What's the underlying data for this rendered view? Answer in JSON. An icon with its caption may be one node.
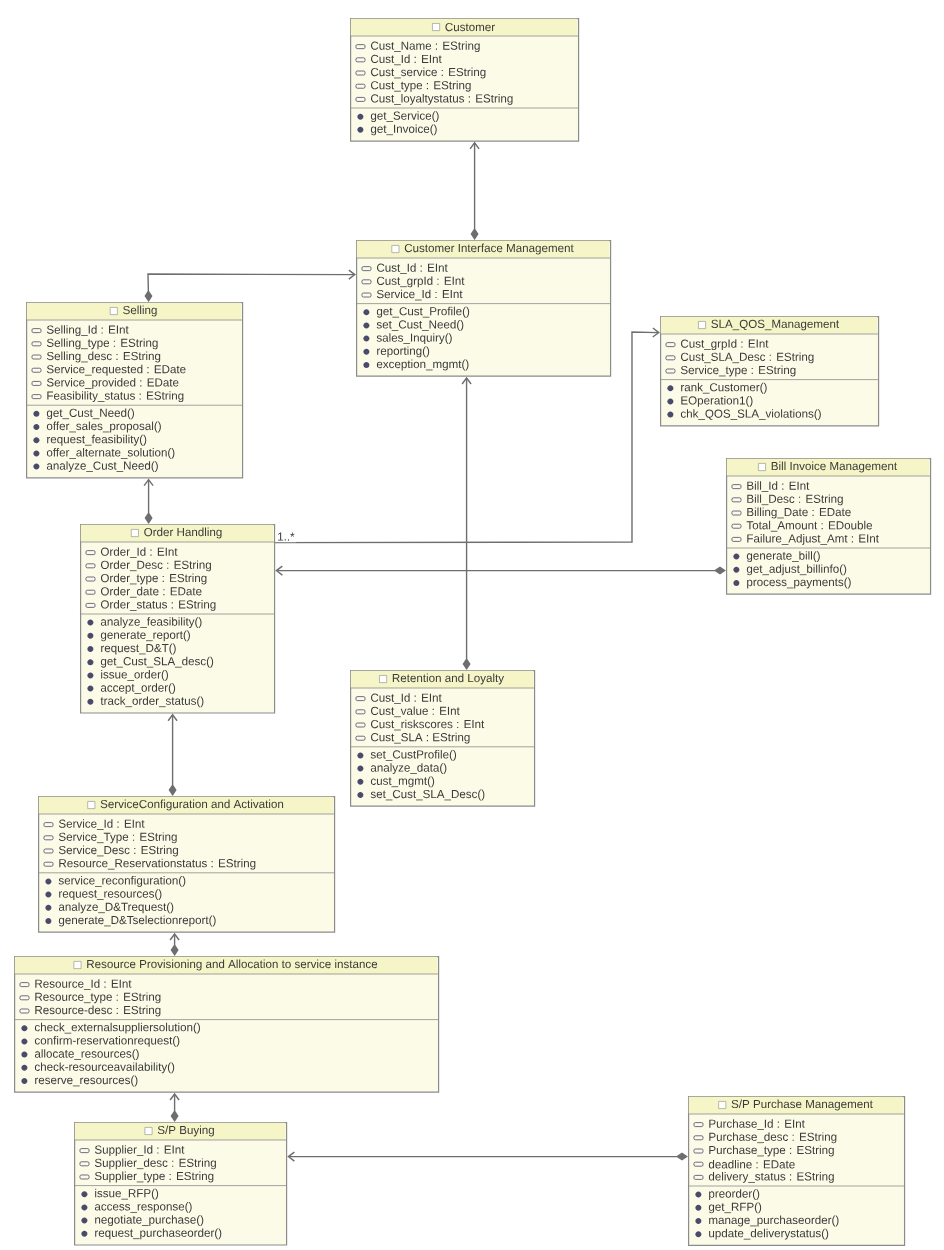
{
  "diagram": {
    "nodes": [
      {
        "text": [
          "Customer",
          "Cust_Name : EString",
          "Cust_Id : EInt",
          "Cust_service : EString",
          "Cust_type : EString",
          "Cust_loyaltystatus : EString",
          "get_Service()",
          "get_Invoice()"
        ]
      },
      {
        "text": [
          "Customer Interface Management",
          "Cust_Id : EInt",
          "Cust_grpId : EInt",
          "Service_Id : EInt",
          "get_Cust_Profile()",
          "set_Cust_Need()",
          "sales_Inquiry()",
          "reporting()",
          "exception_mgmt()"
        ]
      },
      {
        "text": [
          "Selling",
          "Selling_Id : EInt",
          "Selling_type : EString",
          "Selling_desc : EString",
          "Service_requested : EDate",
          "Service_provided : EDate",
          "Feasibility_status : EString",
          "get_Cust_Need()",
          "offer_sales_proposal()",
          "request_feasibility()",
          "offer_alternate_solution()",
          "analyze_Cust_Need()"
        ]
      },
      {
        "text": [
          "SLA_QOS_Management",
          "Cust_grpId : EInt",
          "Cust_SLA_Desc : EString",
          "Service_type : EString",
          "rank_Customer()",
          "EOperation1()",
          "chk_QOS_SLA_violations()"
        ]
      },
      {
        "text": [
          "Bill Invoice Management",
          "Bill_Id : EInt",
          "Bill_Desc : EString",
          "Billing_Date : EDate",
          "Total_Amount : EDouble",
          "Failure_Adjust_Amt : EInt",
          "generate_bill()",
          "get_adjust_billinfo()",
          "process_payments()"
        ]
      },
      {
        "text": [
          "Order Handling",
          "Order_Id : EInt",
          "Order_Desc : EString",
          "Order_type : EString",
          "Order_date : EDate",
          "Order_status : EString",
          "analyze_feasibility()",
          "generate_report()",
          "request_D&T()",
          "get_Cust_SLA_desc()",
          "issue_order()",
          "accept_order()",
          "track_order_status()"
        ]
      },
      {
        "text": [
          "Retention and Loyalty",
          "Cust_Id : EInt",
          "Cust_value : EInt",
          "Cust_riskscores : EInt",
          "Cust_SLA : EString",
          "set_CustProfile()",
          "analyze_data()",
          "cust_mgmt()",
          "set_Cust_SLA_Desc()"
        ]
      },
      {
        "text": [
          "ServiceConfiguration and Activation",
          "Service_Id : EInt",
          "Service_Type : EString",
          "Service_Desc : EString",
          "Resource_Reservationstatus : EString",
          "service_reconfiguration()",
          "request_resources()",
          "analyze_D&Trequest()",
          "generate_D&Tselectionreport()"
        ]
      },
      {
        "text": [
          "Resource Provisioning and Allocation to service instance",
          "Resource_Id : EInt",
          "Resource_type : EString",
          "Resource-desc : EString",
          "check_externalsuppliersolution()",
          "confirm-reservationrequest()",
          "allocate_resources()",
          "check-resourceavailability()",
          "reserve_resources()"
        ]
      },
      {
        "text": [
          "S/P Buying",
          "Supplier_Id : EInt",
          "Supplier_desc : EString",
          "Supplier_type : EString",
          "issue_RFP()",
          "access_response()",
          "negotiate_purchase()",
          "request_purchaseorder()"
        ]
      },
      {
        "text": [
          "S/P Purchase Management",
          "Purchase_Id : EInt",
          "Purchase_desc : EString",
          "Purchase_type : EString",
          "deadline : EDate",
          "delivery_status : EString",
          "preorder()",
          "get_RFP()",
          "manage_purchaseorder()",
          "update_deliverystatus()"
        ]
      }
    ],
    "edges": [
      {
        "from": 1,
        "to": 0,
        "arrow": "to"
      },
      {
        "from": 2,
        "to": 1,
        "arrow": "to"
      },
      {
        "from": 6,
        "to": 1,
        "arrow": "to"
      },
      {
        "from": 5,
        "to": 3,
        "arrow": "to",
        "label": "1..*"
      },
      {
        "from": 4,
        "to": 5,
        "arrow": "to"
      },
      {
        "from": 5,
        "to": 2,
        "arrow": "to"
      },
      {
        "from": 7,
        "to": 5,
        "arrow": "to"
      },
      {
        "from": 8,
        "to": 7,
        "arrow": "to"
      },
      {
        "from": 9,
        "to": 8,
        "arrow": "to"
      },
      {
        "from": 10,
        "to": 9,
        "arrow": "to"
      }
    ]
  }
}
